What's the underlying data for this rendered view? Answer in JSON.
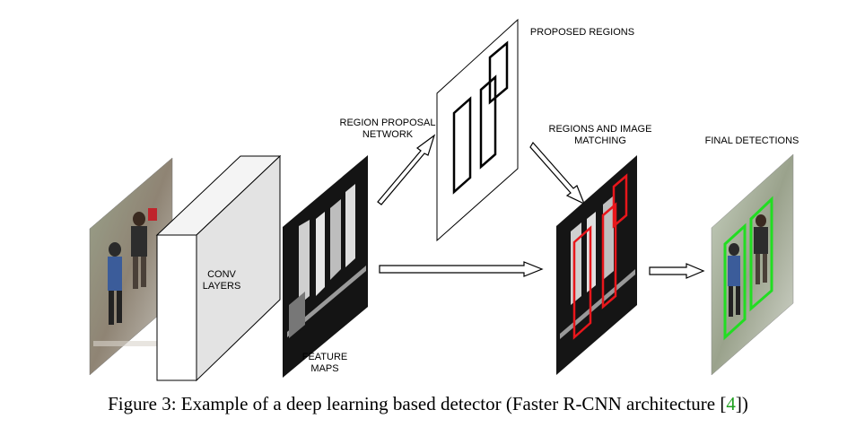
{
  "labels": {
    "conv_layers_line1": "CONV",
    "conv_layers_line2": "LAYERS",
    "feature_maps_line1": "FEATURE",
    "feature_maps_line2": "MAPS",
    "rpn_line1": "REGION PROPOSAL",
    "rpn_line2": "NETWORK",
    "proposed_regions": "PROPOSED REGIONS",
    "matching_line1": "REGIONS AND IMAGE",
    "matching_line2": "MATCHING",
    "final_detections": "FINAL DETECTIONS"
  },
  "caption": {
    "prefix": "Figure 3: Example of a deep learning based detector (Faster R-CNN architecture [",
    "ref": "4",
    "suffix": "])"
  },
  "colors": {
    "region_box": "#e8161b",
    "detection_box": "#22dd22",
    "caption_ref": "#1ea01e"
  }
}
